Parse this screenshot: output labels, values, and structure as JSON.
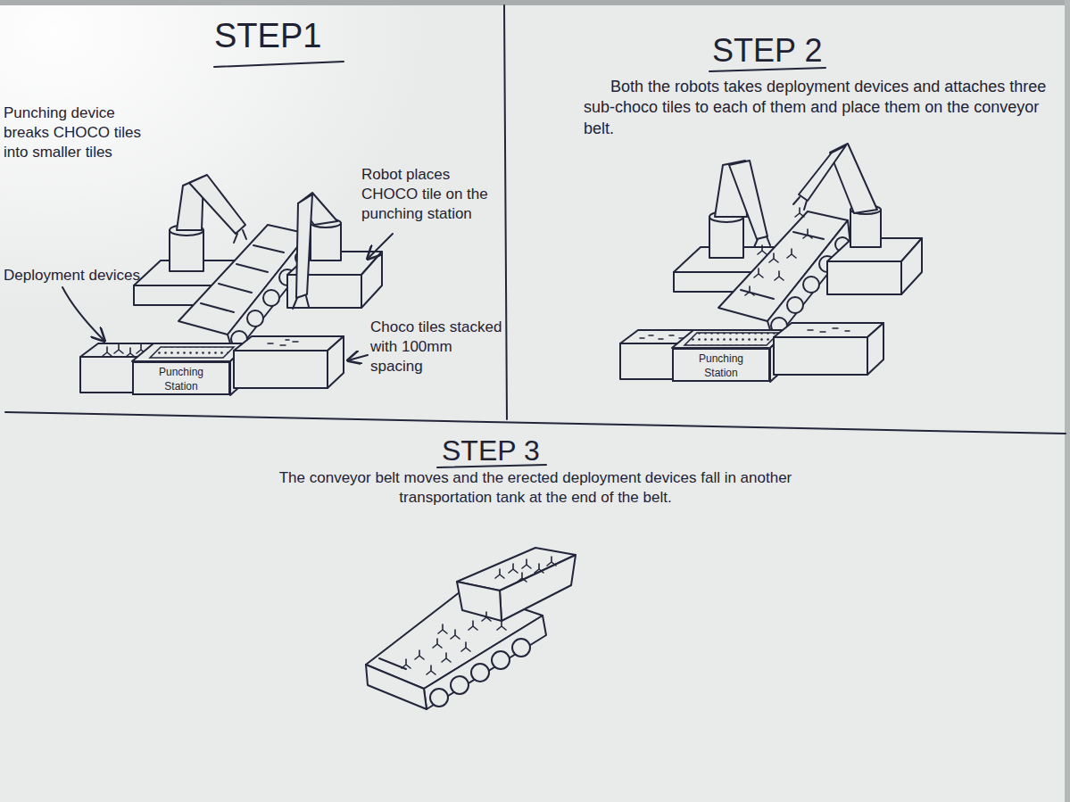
{
  "diagram": {
    "nodes": [
      {
        "text": [
          "STEP1"
        ]
      },
      {
        "text": [
          "Punching Station"
        ],
        "in": 0
      },
      {
        "text": [
          "STEP 2",
          "Both the robots takes deployment devices and attaches three sub-choco tiles to each of them and place them on the conveyor belt."
        ]
      },
      {
        "text": [
          "Punching Station"
        ],
        "in": 2
      },
      {
        "text": [
          "STEP 3",
          "The conveyor belt moves and the erected deployment devices fall in another transportation tank at the end of the belt."
        ]
      }
    ],
    "labels": [
      "Punching device breaks CHOCO tiles into smaller tiles",
      "Robot places CHOCO tile on the punching station",
      "Deployment devices",
      "Choco tiles stacked with 100mm spacing"
    ]
  }
}
